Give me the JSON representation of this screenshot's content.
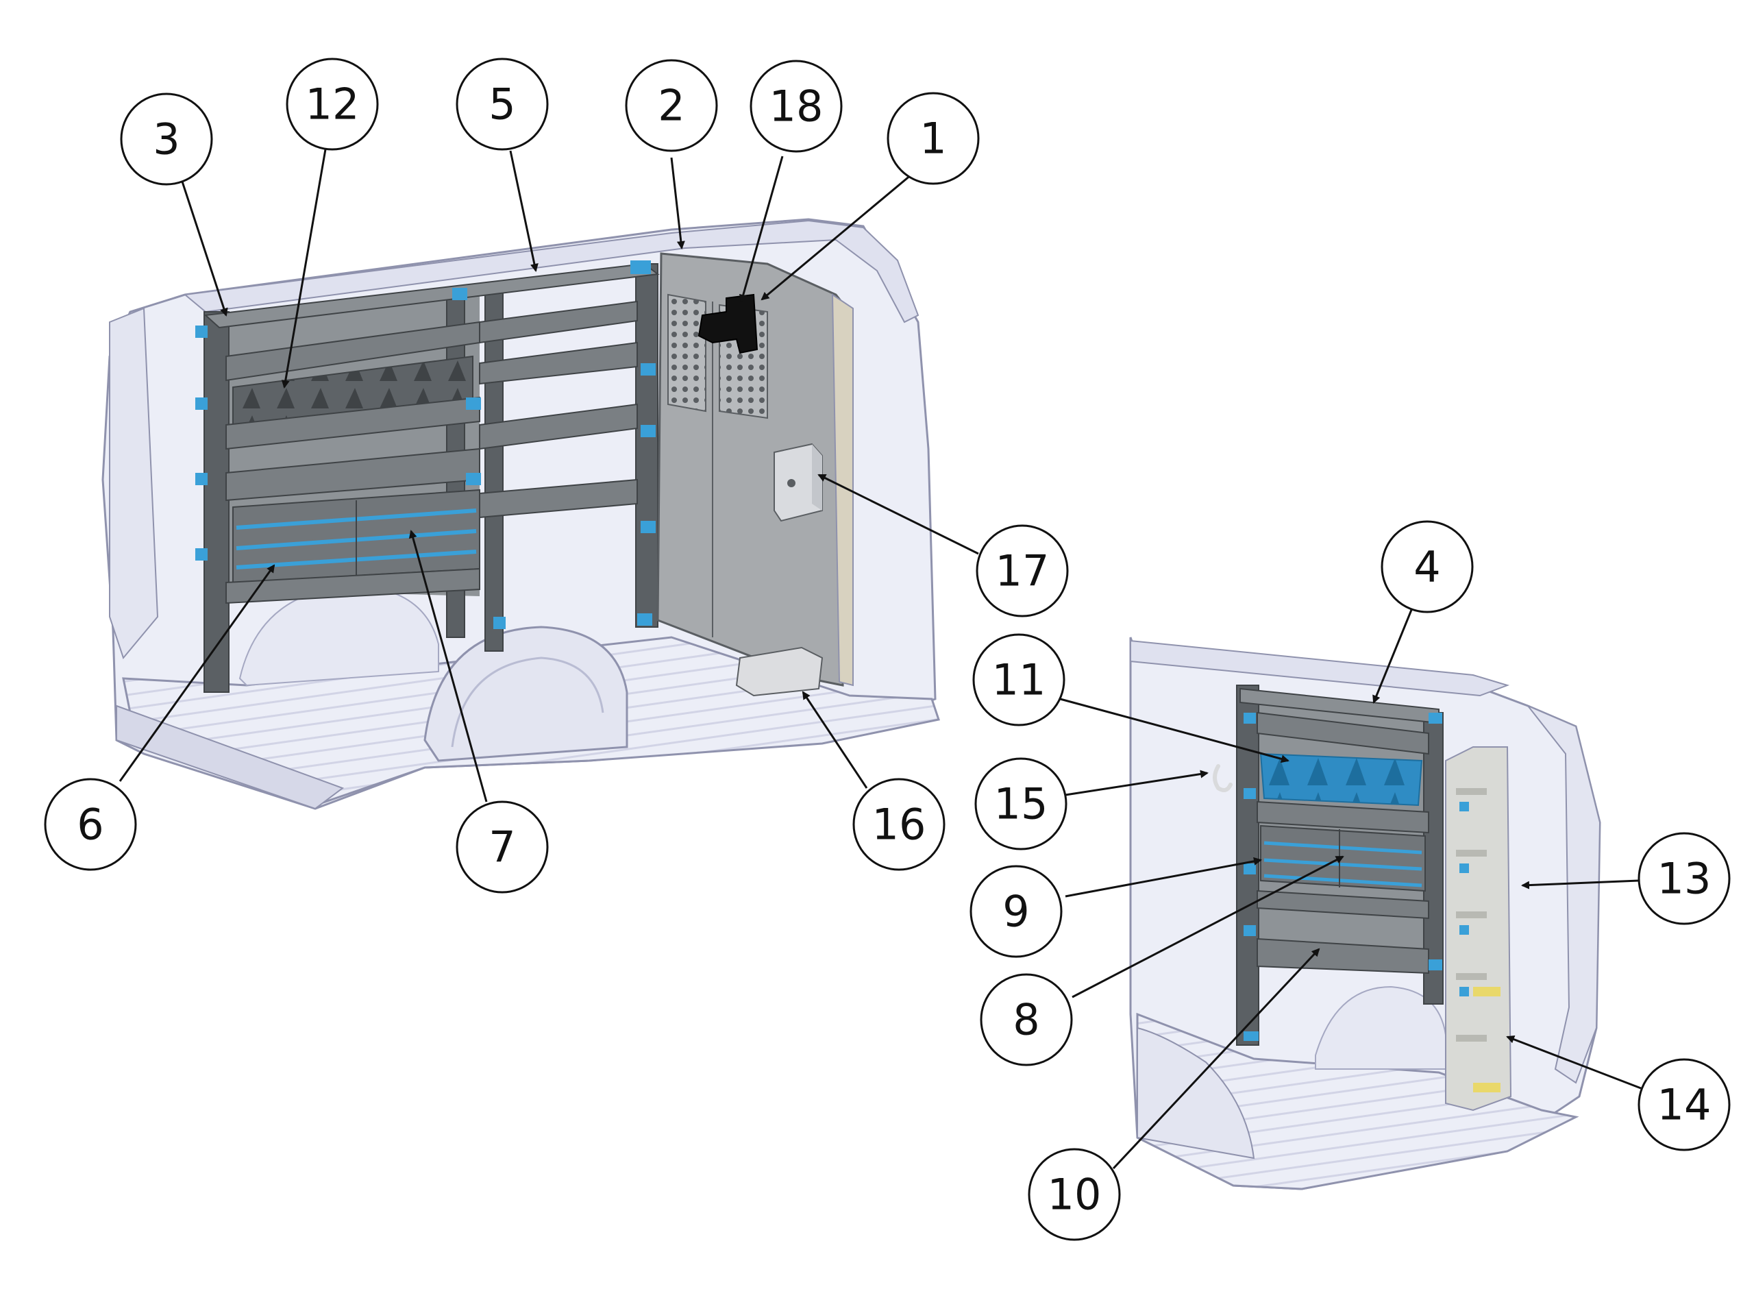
{
  "colors": {
    "van_body": "#eceef7",
    "van_body_shade": "#c9cbe0",
    "van_outline": "#8f92ad",
    "rack_steel": "#6f7478",
    "rack_steel_dark": "#4f5457",
    "bracket_accent": "#3aa0d8",
    "partition": "#a7aaad",
    "mesh": "#5a5e62",
    "callout_line": "#111111"
  },
  "callouts": [
    {
      "id": "c1",
      "label": "1"
    },
    {
      "id": "c2",
      "label": "2"
    },
    {
      "id": "c3",
      "label": "3"
    },
    {
      "id": "c4",
      "label": "4"
    },
    {
      "id": "c5",
      "label": "5"
    },
    {
      "id": "c6",
      "label": "6"
    },
    {
      "id": "c7",
      "label": "7"
    },
    {
      "id": "c8",
      "label": "8"
    },
    {
      "id": "c9",
      "label": "9"
    },
    {
      "id": "c10",
      "label": "10"
    },
    {
      "id": "c11",
      "label": "11"
    },
    {
      "id": "c12",
      "label": "12"
    },
    {
      "id": "c13",
      "label": "13"
    },
    {
      "id": "c14",
      "label": "14"
    },
    {
      "id": "c15",
      "label": "15"
    },
    {
      "id": "c16",
      "label": "16"
    },
    {
      "id": "c17",
      "label": "17"
    },
    {
      "id": "c18",
      "label": "18"
    }
  ]
}
